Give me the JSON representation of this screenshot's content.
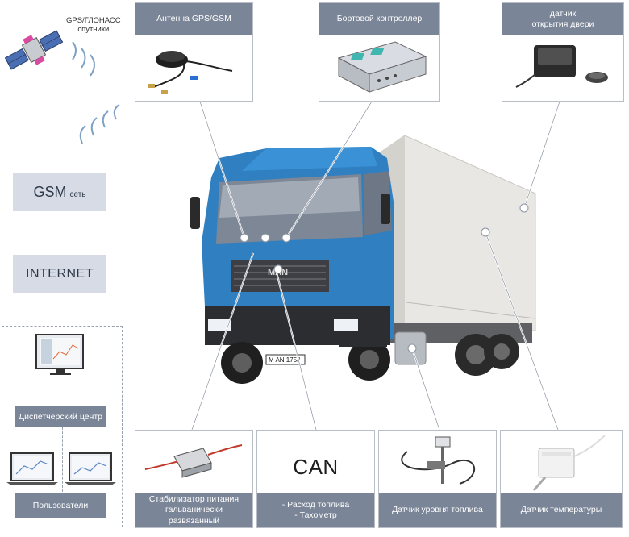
{
  "satellite": {
    "label_line1": "GPS/ГЛОНАСС",
    "label_line2": "спутники"
  },
  "left": {
    "gsm_main": "GSM",
    "gsm_small": "сеть",
    "internet": "INTERNET",
    "dispatch": "Диспетчерский центр",
    "users": "Пользователи"
  },
  "top_cards": {
    "antenna": "Антенна GPS/GSM",
    "controller": "Бортовой контроллер",
    "door_line1": "датчик",
    "door_line2": "открытия двери"
  },
  "bottom_cards": {
    "stabilizer_line1": "Стабилизатор питания",
    "stabilizer_line2": "гальванически развязанный",
    "can_title": "CAN",
    "can_line1": "- Расход топлива",
    "can_line2": "- Тахометр",
    "fuel": "Датчик уровня топлива",
    "temp": "Датчик температуры"
  },
  "truck": {
    "plate": "M AN 175J"
  },
  "colors": {
    "header_bar": "#7a8597",
    "left_box": "#d6dbe6",
    "truck_cab": "#2f7fc1",
    "trailer": "#e9e7e3",
    "connector_line": "#ffffff"
  }
}
